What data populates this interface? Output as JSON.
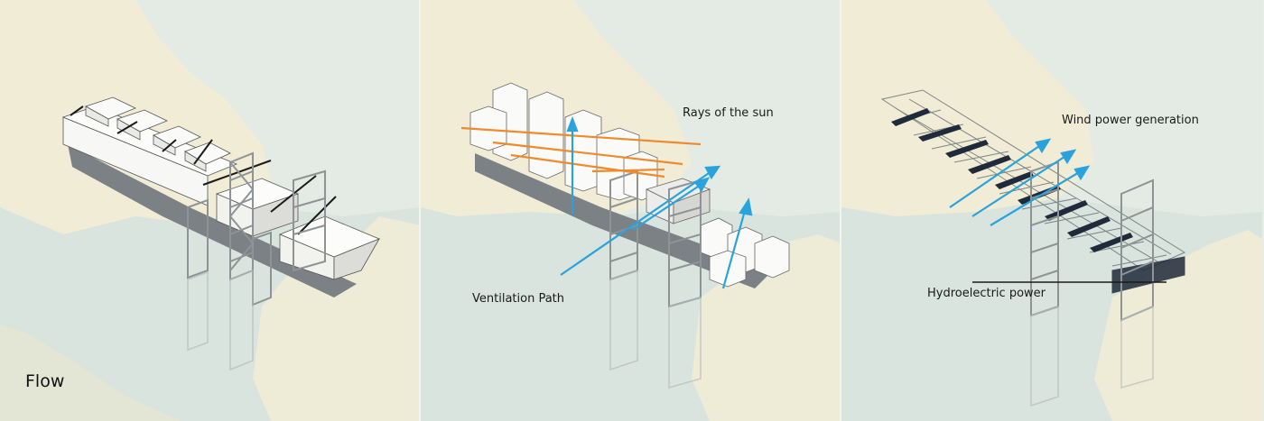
{
  "panels": [
    {
      "caption": "Flow"
    },
    {
      "labels": {
        "sun": "Rays of the sun",
        "ventilation": "Ventilation Path"
      }
    },
    {
      "labels": {
        "wind": "Wind power generation",
        "hydro": "Hydroelectric power"
      }
    }
  ],
  "colors": {
    "sky": "#e4ebe4",
    "water": "#d7e3dc",
    "mountain": "#f1ecd6",
    "building": "#f7f7f5",
    "truss": "#8e9496",
    "sun_ray": "#f08a2a",
    "airflow": "#2aa3dd"
  }
}
